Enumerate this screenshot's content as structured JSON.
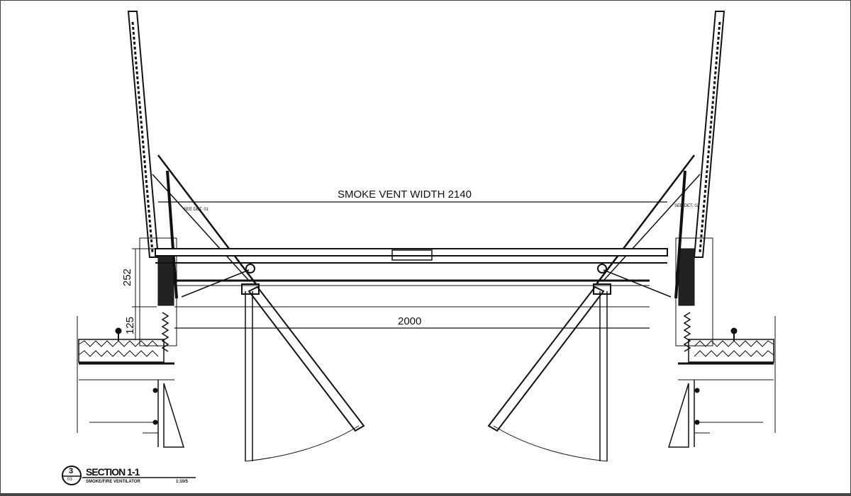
{
  "drawing": {
    "width_label": "SMOKE VENT WIDTH 2140",
    "inner_width_label": "2000",
    "height_upper_label": "252",
    "height_lower_label": "125",
    "detail_ref_left": "SEE DET. 01",
    "detail_ref_right": "SEE DET. 02"
  },
  "title_block": {
    "section_number": "3",
    "sheet_ref": "03",
    "title": "SECTION 1-1",
    "subtitle": "SMOKE/FIRE VENTILATOR",
    "scale": "1:10/5"
  }
}
